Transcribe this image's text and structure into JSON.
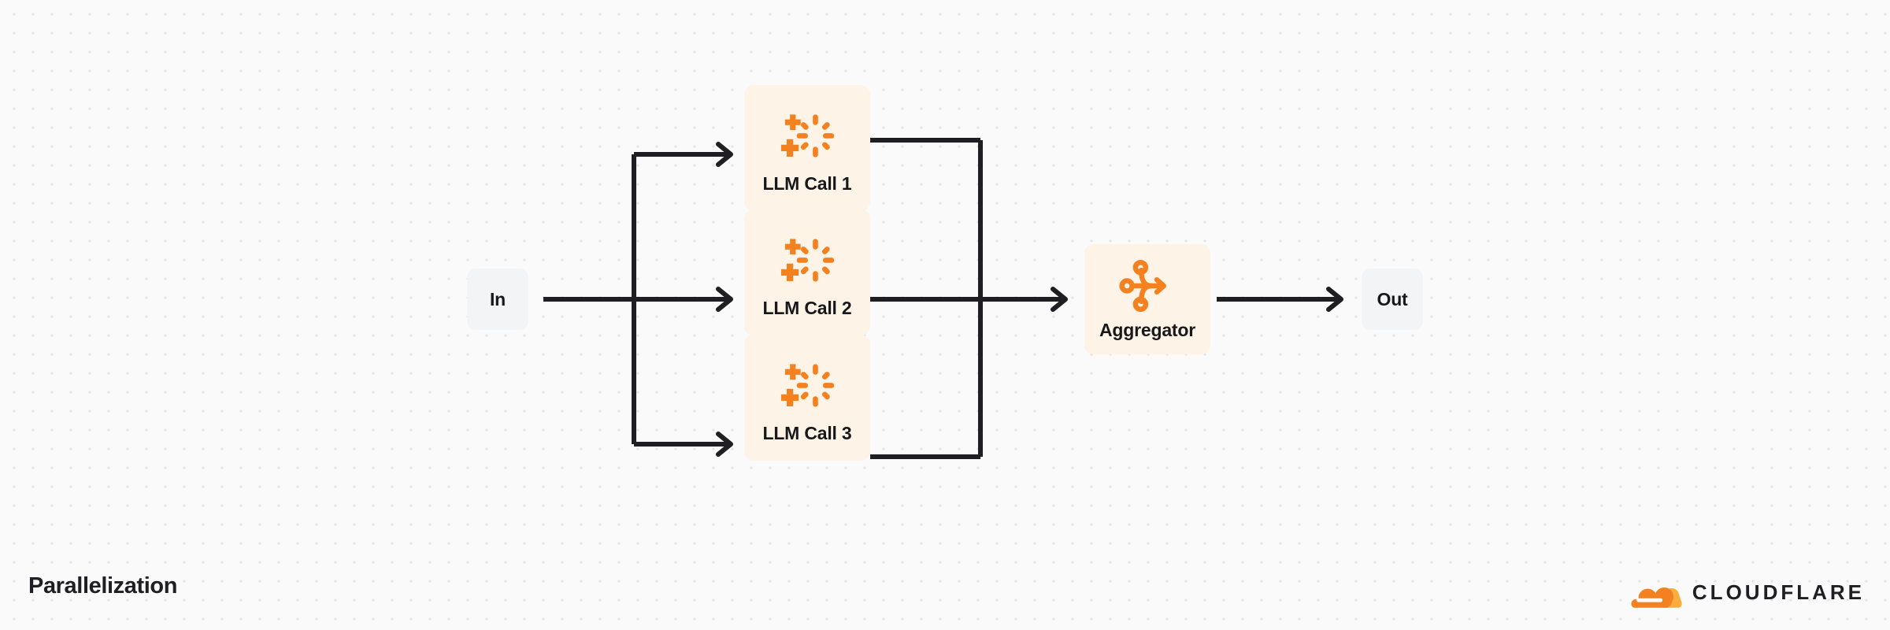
{
  "diagram": {
    "title": "Parallelization",
    "type": "flow-diagram",
    "background_color": "#FAFAFA",
    "grid": "dotted"
  },
  "colors": {
    "llm_box_bg": "#FDF3E7",
    "io_box_bg": "#F3F4F6",
    "icon_orange": "#F48120",
    "text_dark": "#18181B",
    "wire": "#1F1F23",
    "grid_dot": "#E3E3E3",
    "brand_orange": "#F48120",
    "brand_amber": "#FAAD3F"
  },
  "nodes": {
    "input": {
      "label": "In",
      "kind": "io"
    },
    "llm_calls": [
      {
        "label": "LLM Call 1",
        "icon": "ai-sparkle-icon"
      },
      {
        "label": "LLM Call 2",
        "icon": "ai-sparkle-icon"
      },
      {
        "label": "LLM Call 3",
        "icon": "ai-sparkle-icon"
      }
    ],
    "aggregator": {
      "label": "Aggregator",
      "icon": "aggregator-merge-icon"
    },
    "output": {
      "label": "Out",
      "kind": "io"
    }
  },
  "edges": [
    {
      "from": "In",
      "to": "LLM Call 1",
      "style": "orthogonal-arrow"
    },
    {
      "from": "In",
      "to": "LLM Call 2",
      "style": "straight-arrow"
    },
    {
      "from": "In",
      "to": "LLM Call 3",
      "style": "orthogonal-arrow"
    },
    {
      "from": "LLM Call 1",
      "to": "Aggregator",
      "style": "orthogonal-arrow"
    },
    {
      "from": "LLM Call 2",
      "to": "Aggregator",
      "style": "straight-arrow"
    },
    {
      "from": "LLM Call 3",
      "to": "Aggregator",
      "style": "orthogonal-arrow"
    },
    {
      "from": "Aggregator",
      "to": "Out",
      "style": "straight-arrow"
    }
  ],
  "brand": {
    "name": "CLOUDFLARE",
    "mark": "cloudflare-cloud-icon"
  }
}
